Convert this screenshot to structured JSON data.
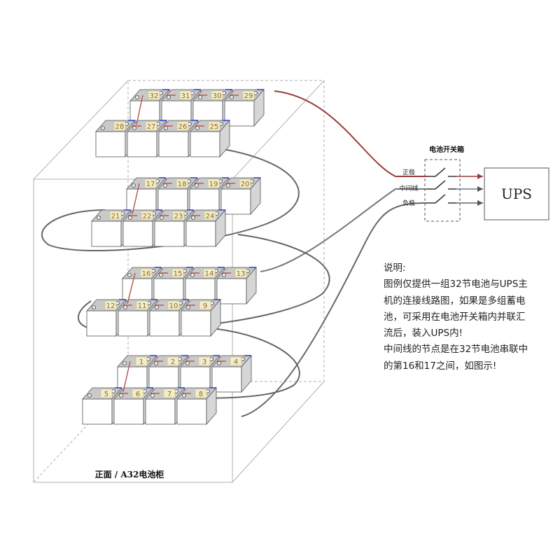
{
  "cabinet_label": "正面 / A32电池柜",
  "switch_box": {
    "title": "电池开关箱",
    "lines": [
      "正极",
      "中间线",
      "负极"
    ]
  },
  "ups_label": "UPS",
  "note": {
    "title": "说明:",
    "lines": [
      "图例仅提供一组32节电池与UPS主",
      "机的连接线路图，如果是多组蓄电",
      "池，可采用在电池开关箱内并联汇",
      "流后，装入UPS内!",
      "中间线的节点是在32节电池串联中",
      "的第16和17之间，如图示!"
    ]
  },
  "battery_layers": [
    {
      "back": [
        "32",
        "31",
        "30",
        "29"
      ],
      "front": [
        "28",
        "27",
        "26",
        "25"
      ]
    },
    {
      "back": [
        "17",
        "18",
        "19",
        "20"
      ],
      "front": [
        "21",
        "22",
        "23",
        "24"
      ]
    },
    {
      "back": [
        "16",
        "15",
        "14",
        "13"
      ],
      "front": [
        "12",
        "11",
        "10",
        "9"
      ]
    },
    {
      "back": [
        "1",
        "2",
        "3",
        "4"
      ],
      "front": [
        "5",
        "6",
        "7",
        "8"
      ]
    }
  ],
  "colors": {
    "positive_wire": "#9c3a3a",
    "middle_wire": "#666666",
    "negative_wire": "#555555",
    "battery_top": "#c9c9c9",
    "battery_front": "#ffffff",
    "battery_side": "#d6d6d6",
    "label_bg": "#f4ecc8",
    "interconnect": "#b85a5a"
  }
}
